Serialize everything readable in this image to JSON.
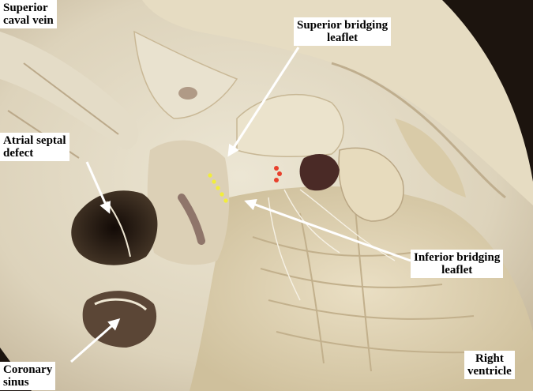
{
  "labels": {
    "superior_caval_vein": {
      "line1": "Superior",
      "line2": "caval vein"
    },
    "superior_bridging_leaflet": {
      "line1": "Superior bridging",
      "line2": "leaflet"
    },
    "atrial_septal_defect": {
      "line1": "Atrial septal",
      "line2": "defect"
    },
    "inferior_bridging_leaflet": {
      "line1": "Inferior bridging",
      "line2": "leaflet"
    },
    "coronary_sinus": {
      "line1": "Coronary",
      "line2": "sinus"
    },
    "right_ventricle": {
      "line1": "Right",
      "line2": "ventricle"
    }
  },
  "colors": {
    "tissue_light": "#e9e4d2",
    "tissue_mid": "#d8cfb4",
    "tissue_shadow": "#8a7560",
    "cavity_dark": "#2a1c14",
    "arrow": "#ffffff",
    "marker_yellow": "#f2ee3a",
    "marker_red": "#e8402c"
  }
}
